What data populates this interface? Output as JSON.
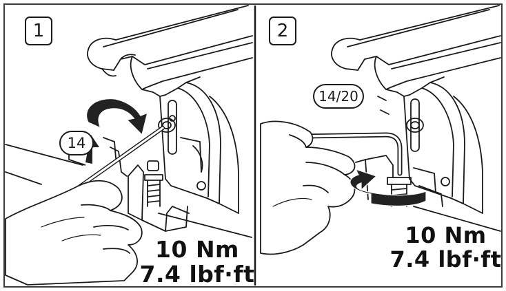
{
  "panels": [
    {
      "step": "1",
      "tool_size": "14",
      "torque_nm": "10 Nm",
      "torque_lbf": "7.4 lbf·ft"
    },
    {
      "step": "2",
      "tool_size": "14/20",
      "torque_nm": "10 Nm",
      "torque_lbf": "7.4 lbf·ft"
    }
  ],
  "colors": {
    "line": "#1a1a1a",
    "frame": "#3a3a3a",
    "arrow": "#222222",
    "background": "#ffffff"
  }
}
